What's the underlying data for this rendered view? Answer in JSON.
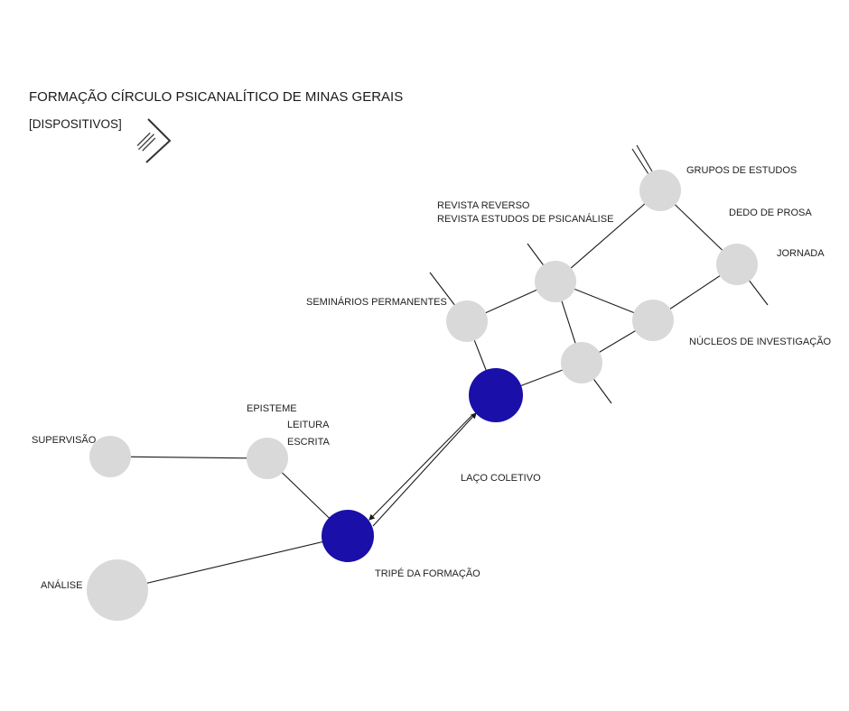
{
  "header": {
    "title": "FORMAÇÃO CÍRCULO PSICANALÍTICO DE MINAS GERAIS",
    "subtitle": "[DISPOSITIVOS]"
  },
  "colors": {
    "hub": "#1a0fa8",
    "node": "#d9d9d9",
    "edge": "#1a1a1a"
  },
  "labels": {
    "grupos_de_estudos": "GRUPOS DE ESTUDOS",
    "revista_reverso": "REVISTA REVERSO",
    "revista_estudos": "REVISTA ESTUDOS DE PSICANÁLISE",
    "dedo_de_prosa": "DEDO DE PROSA",
    "jornada": "JORNADA",
    "seminarios": "SEMINÁRIOS PERMANENTES",
    "nucleos": "NÚCLEOS DE INVESTIGAÇÃO",
    "episteme": "EPISTEME",
    "leitura": "LEITURA",
    "escrita": "ESCRITA",
    "supervisao": "SUPERVISÃO",
    "laco_coletivo": "LAÇO COLETIVO",
    "tripe": "TRIPÉ DA FORMAÇÃO",
    "analise": "ANÁLISE"
  }
}
